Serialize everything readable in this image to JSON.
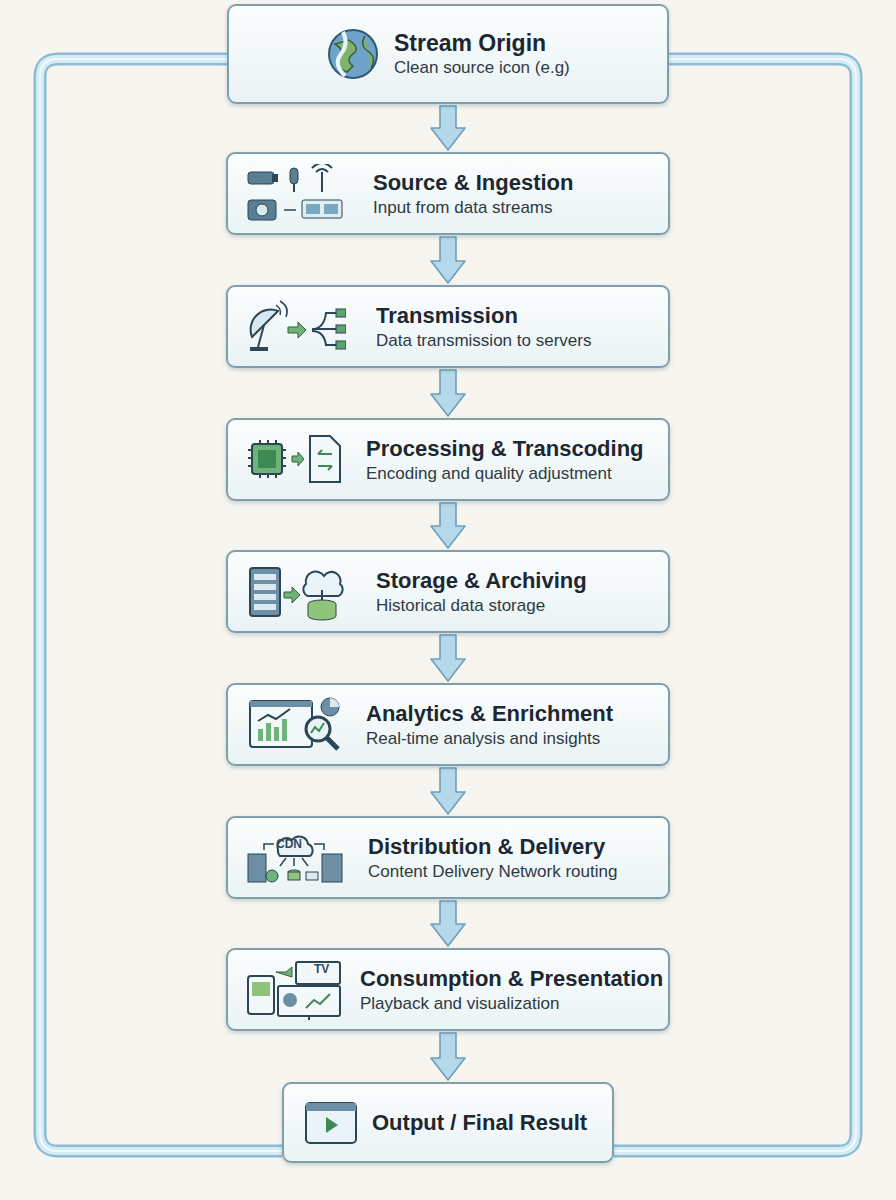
{
  "diagram": {
    "nodes": [
      {
        "text": [
          "Stream Origin",
          "Clean source icon (e.g)"
        ]
      },
      {
        "text": [
          "Source & Ingestion",
          "Input from data streams"
        ]
      },
      {
        "text": [
          "Transmission",
          "Data transmission to servers"
        ]
      },
      {
        "text": [
          "Processing & Transcoding",
          "Encoding and quality adjustment"
        ]
      },
      {
        "text": [
          "Storage & Archiving",
          "Historical data storage"
        ]
      },
      {
        "text": [
          "Analytics & Enrichment",
          "Real-time analysis and insights"
        ]
      },
      {
        "text": [
          "Distribution & Delivery",
          "Content Delivery Network routing"
        ]
      },
      {
        "text": [
          "Consumption & Presentation",
          "Playback and visualization"
        ]
      },
      {
        "text": [
          "Output / Final Result"
        ]
      }
    ],
    "edges": [
      {
        "from": 0,
        "to": 1,
        "arrow": "to"
      },
      {
        "from": 1,
        "to": 2,
        "arrow": "to"
      },
      {
        "from": 2,
        "to": 3,
        "arrow": "to"
      },
      {
        "from": 3,
        "to": 4,
        "arrow": "to"
      },
      {
        "from": 4,
        "to": 5,
        "arrow": "to"
      },
      {
        "from": 5,
        "to": 6,
        "arrow": "to"
      },
      {
        "from": 6,
        "to": 7,
        "arrow": "to"
      },
      {
        "from": 7,
        "to": 8,
        "arrow": "to"
      },
      {
        "from": 0,
        "to": 8,
        "arrow": "none"
      },
      {
        "from": 0,
        "to": 8,
        "arrow": "none"
      }
    ],
    "labels": [
      "CDN",
      "TV"
    ]
  }
}
